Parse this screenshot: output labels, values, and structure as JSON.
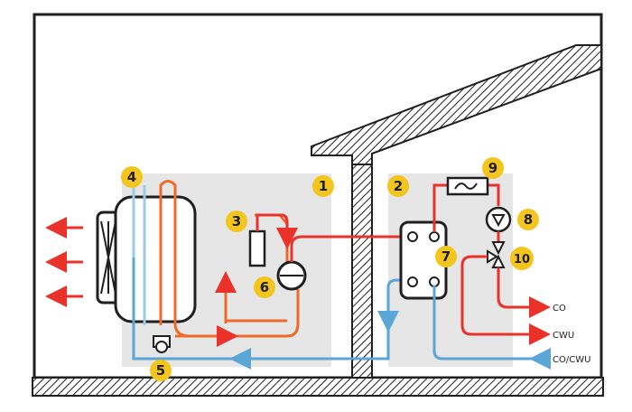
{
  "colors": {
    "hot": "#e8322a",
    "refrigerant": "#ef6a2a",
    "cold": "#5aa6d6",
    "light_cold": "#9ccbe8",
    "badge": "#f4c51c",
    "wall": "#1f1f1f",
    "panel": "#e6e6e6"
  },
  "badges": {
    "b1": "1",
    "b2": "2",
    "b3": "3",
    "b4": "4",
    "b5": "5",
    "b6": "6",
    "b7": "7",
    "b8": "8",
    "b9": "9",
    "b10": "10"
  },
  "outputs": {
    "co": "CO",
    "cwu": "CWU",
    "co_cwu": "CO/CWU"
  },
  "icons": [
    "fan-icon",
    "compressor-icon",
    "pump-icon",
    "three-way-valve-icon",
    "heater-icon",
    "heat-exchanger-icon",
    "expansion-valve-icon",
    "drain-pan-icon"
  ]
}
